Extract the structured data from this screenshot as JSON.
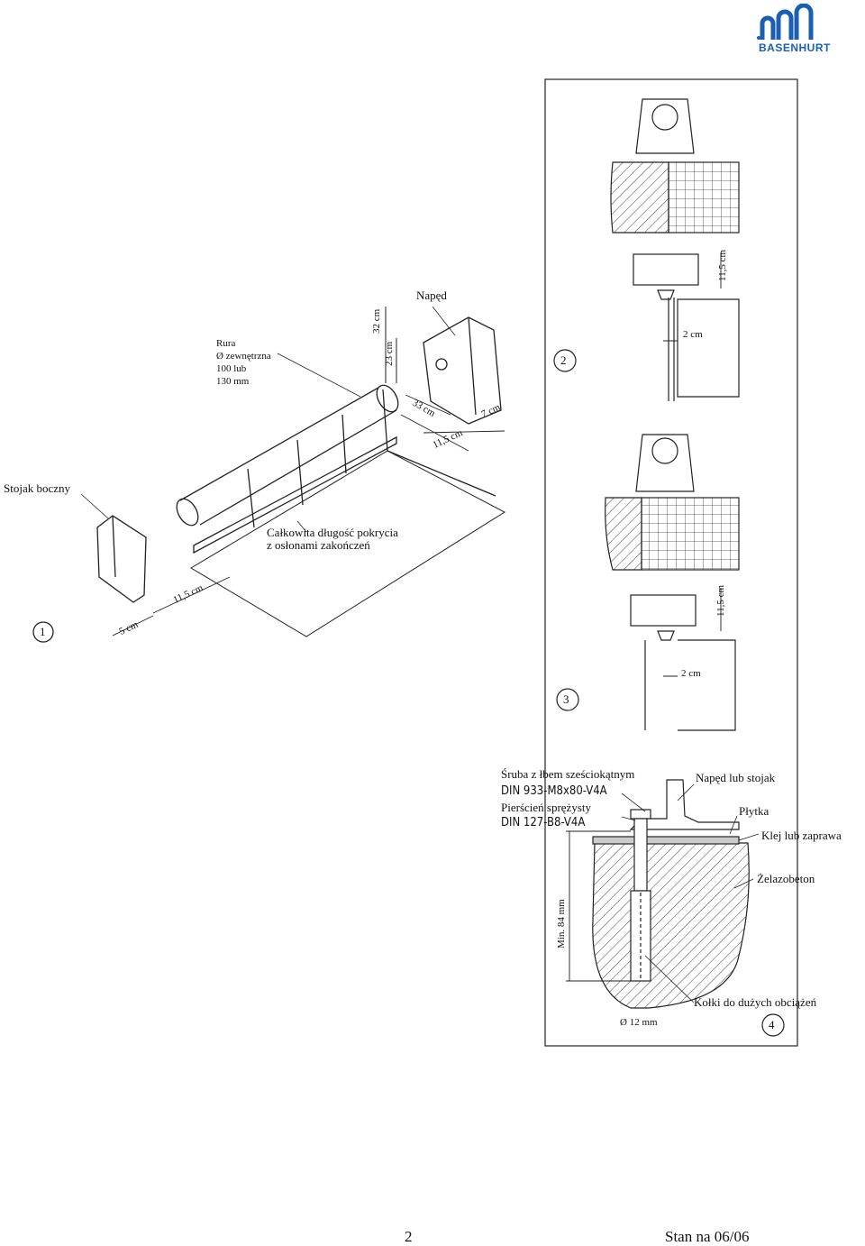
{
  "logo": {
    "text": "BASENHURT",
    "color": "#1a5fb4"
  },
  "figure1": {
    "number": "1",
    "labels": {
      "naped": "Napęd",
      "rura_1": "Rura",
      "rura_2": "Ø zewnętrzna",
      "rura_3": "100 lub",
      "rura_4": "130 mm",
      "stojak": "Stojak boczny",
      "calk_1": "Całkowita długość pokrycia",
      "calk_2": "z osłonami zakończeń"
    },
    "dims": {
      "d32": "32 cm",
      "d23": "23 cm",
      "d33": "33 cm",
      "d7": "7 cm",
      "d115_top": "11,5 cm",
      "d115_bottom": "11,5 cm",
      "d5": "5 cm"
    }
  },
  "figure2": {
    "number": "2",
    "dims": {
      "h": "11,5 cm",
      "w": "2 cm"
    }
  },
  "figure3": {
    "number": "3",
    "dims": {
      "h": "11,5 cm",
      "w": "2 cm"
    }
  },
  "figure4": {
    "number": "4",
    "labels": {
      "sruba_1": "Śruba z łbem sześciokątnym",
      "sruba_2": "DIN 933-M8x80-V4A",
      "pierscien_1": "Pierścień sprężysty",
      "pierscien_2": "DIN 127-B8-V4A",
      "naped": "Napęd lub stojak",
      "plytka": "Płytka",
      "klej": "Klej lub zaprawa",
      "zelazobeton": "Żelazobeton",
      "min": "Min. 84 mm",
      "kolki": "Kołki do dużych obciążeń",
      "srednica": "Ø 12 mm"
    }
  },
  "footer": {
    "page_number": "2",
    "stan": "Stan na 06/06"
  }
}
